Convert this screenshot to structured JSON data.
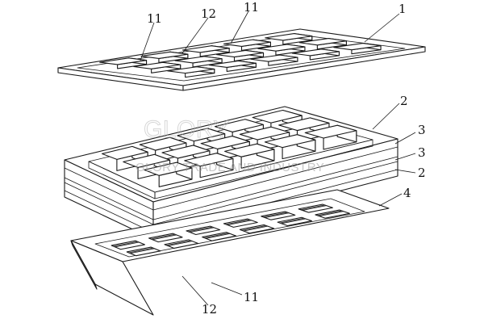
{
  "labels": {
    "l1": "1",
    "l2_top": "2",
    "l3_top": "3",
    "l3_mid": "3",
    "l2_mid": "2",
    "l4": "4",
    "l11_top_left": "11",
    "l12_top": "12",
    "l11_top_right": "11",
    "l11_bottom": "11",
    "l12_bottom": "12"
  },
  "watermark": {
    "logo_text": "GLORY",
    "company": "GLORY TRADE AND INDUSTRY"
  }
}
